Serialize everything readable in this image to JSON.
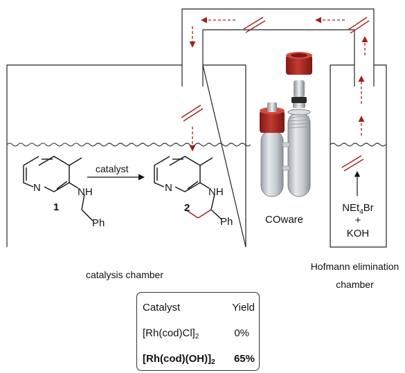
{
  "scheme": {
    "reactant_number": "1",
    "product_number": "2",
    "reactant_nh": "NH",
    "product_nh": "NH",
    "reactant_ph": "Ph",
    "product_ph": "Ph",
    "reactant_n": "N",
    "product_n": "N",
    "arrow_label": "catalyst"
  },
  "apparatus": {
    "coware_label": "COware",
    "reagent_line1": "NEt",
    "reagent_line1_sub": "4",
    "reagent_line1_end": "Br",
    "reagent_plus": "+",
    "reagent_line2": "KOH"
  },
  "chambers": {
    "catalysis": "catalysis chamber",
    "hofmann_line1": "Hofmann elimination",
    "hofmann_line2": "chamber"
  },
  "table": {
    "headers": [
      "Catalyst",
      "Yield"
    ],
    "rows": [
      {
        "catalyst_pre": "[Rh(cod)Cl]",
        "catalyst_sub": "2",
        "yield": "0%",
        "bold": false
      },
      {
        "catalyst_pre": "[Rh(cod)(OH)]",
        "catalyst_sub": "2",
        "yield": "65%",
        "bold": true
      }
    ]
  },
  "colors": {
    "accent": "#a0201c",
    "cap": "#b3302a",
    "line": "#222222"
  }
}
